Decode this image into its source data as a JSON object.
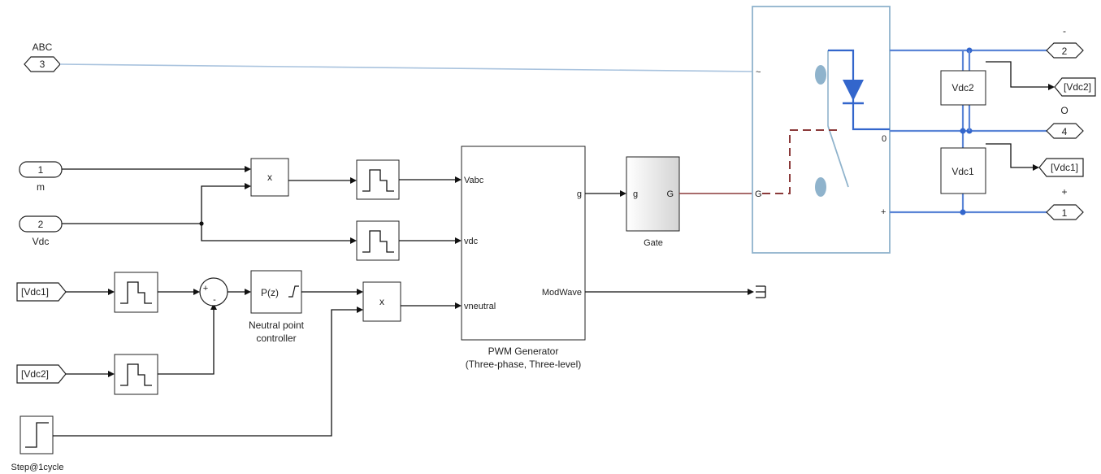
{
  "ports": {
    "abc": {
      "number": "3",
      "label": "ABC"
    },
    "m": {
      "number": "1",
      "label": "m"
    },
    "vdc": {
      "number": "2",
      "label": "Vdc"
    },
    "out_neg": {
      "number": "2",
      "label": "-"
    },
    "out_mid": {
      "number": "4",
      "label": "O"
    },
    "out_pos": {
      "number": "1",
      "label": "+"
    }
  },
  "tags": {
    "from_vdc1": "[Vdc1]",
    "from_vdc2": "[Vdc2]",
    "goto_vdc2": "[Vdc2]",
    "goto_vdc1": "[Vdc1]"
  },
  "blocks": {
    "product_top": "x",
    "product_bottom": "x",
    "pwm": {
      "in1": "Vabc",
      "in2": "vdc",
      "in3": "vneutral",
      "out1": "g",
      "out2": "ModWave",
      "caption1": "PWM Generator",
      "caption2": "(Three-phase, Three-level)"
    },
    "gate": {
      "in": "g",
      "out": "G",
      "caption": "Gate"
    },
    "controller": {
      "text": "P(z)",
      "caption1": "Neutral point",
      "caption2": "controller"
    },
    "sum": {
      "plus": "+",
      "minus": "-"
    },
    "step_caption": "Step@1cycle",
    "vsensor2": "Vdc2",
    "vsensor1": "Vdc1",
    "bridge": {
      "port_ac": "~",
      "port_g": "G",
      "port_zero": "0",
      "port_plus": "+"
    }
  },
  "colors": {
    "signal": "#111111",
    "physical": "#5b85d6",
    "abc_line": "#a9c3de",
    "gate_line": "#8b3a3a",
    "bridge_border": "#8fb3cc"
  }
}
